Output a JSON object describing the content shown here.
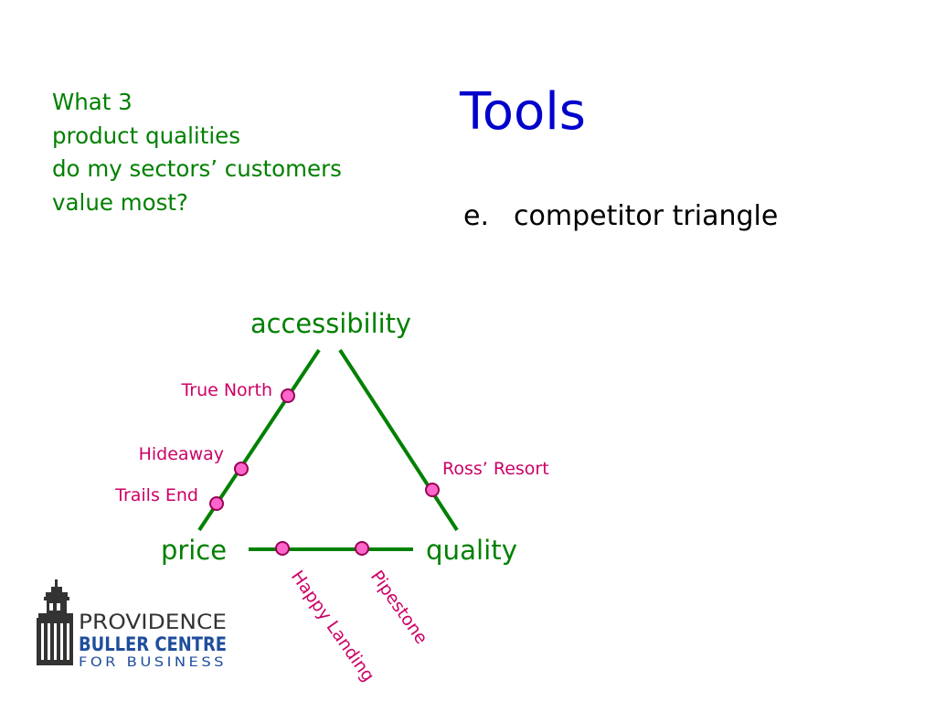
{
  "question": {
    "lines": [
      "What 3",
      "product qualities",
      "do my sectors’ customers",
      "value most?"
    ]
  },
  "title": "Tools",
  "bullet": {
    "letter": "e.",
    "text": "competitor triangle"
  },
  "triangle": {
    "vertices": {
      "top": "accessibility",
      "left": "price",
      "right": "quality"
    },
    "competitors": [
      "True North",
      "Hideaway",
      "Trails End",
      "Ross’ Resort",
      "Happy Landing",
      "Pipestone"
    ]
  },
  "logo": {
    "line1": "PROVIDENCE",
    "line2": "BULLER CENTRE",
    "line3": "FOR BUSINESS"
  },
  "colors": {
    "question": "#008000",
    "title": "#0000cc",
    "lines": "#008000",
    "competitor": "#cc0066",
    "dot_fill": "#ff66cc",
    "logo_dark": "#333333",
    "logo_blue": "#1f4e9c"
  }
}
